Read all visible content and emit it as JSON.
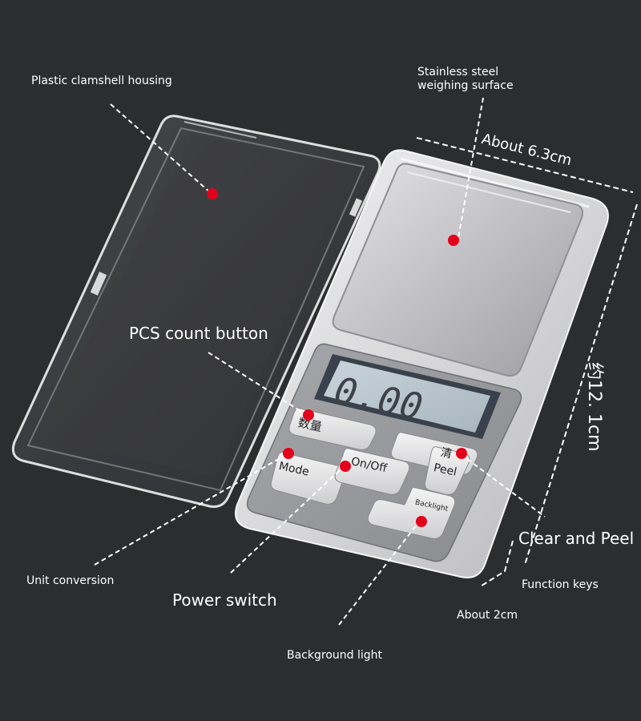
{
  "labels": {
    "housing": "Plastic clamshell housing",
    "steel_line1": "Stainless steel",
    "steel_line2": "weighing surface",
    "width": "About 6.3cm",
    "length": "约12. 1cm",
    "pcs": "PCS count button",
    "clear_peel": "Clear and Peel",
    "function_keys": "Function keys",
    "about_2cm": "About 2cm",
    "unit_conversion": "Unit conversion",
    "power_switch": "Power switch",
    "background_light": "Background light"
  },
  "device": {
    "display_reading": "0.00",
    "keys": {
      "count": "数量",
      "mode": "Mode",
      "onoff": "On/Off",
      "clear_char": "清",
      "peel": "Peel",
      "backlight": "Backlight"
    }
  },
  "colors": {
    "background": "#2c2d2f",
    "marker": "#e3001b",
    "lcd": "#b9c6cf",
    "steel": "#c9c9cc"
  }
}
